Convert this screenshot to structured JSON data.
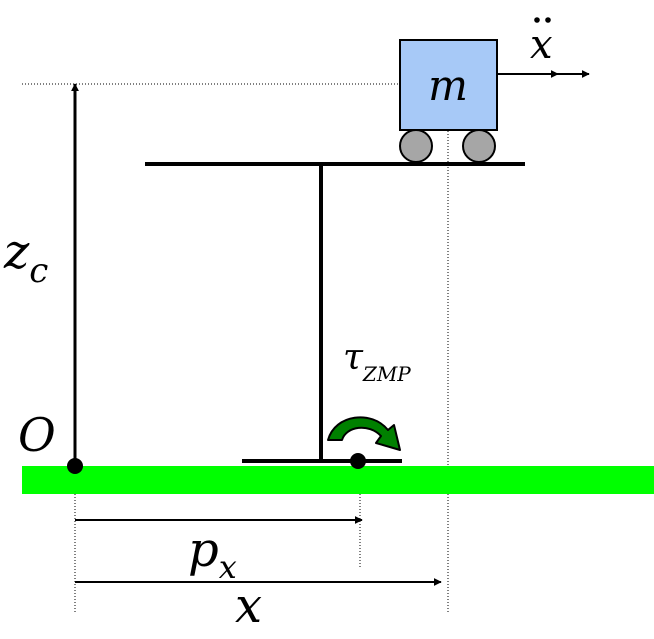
{
  "labels": {
    "mass": "m",
    "accel_symbol": "x",
    "height_main": "z",
    "height_sub": "c",
    "origin": "O",
    "tau_main": "τ",
    "tau_sub": "ZMP",
    "zmp_main": "p",
    "zmp_sub": "x",
    "position": "x"
  },
  "colors": {
    "ground": "#00ff00",
    "cart_fill": "#a7c9f7",
    "wheel_fill": "#a6a6a6",
    "torque_arrow": "#008000",
    "line": "#000000"
  }
}
